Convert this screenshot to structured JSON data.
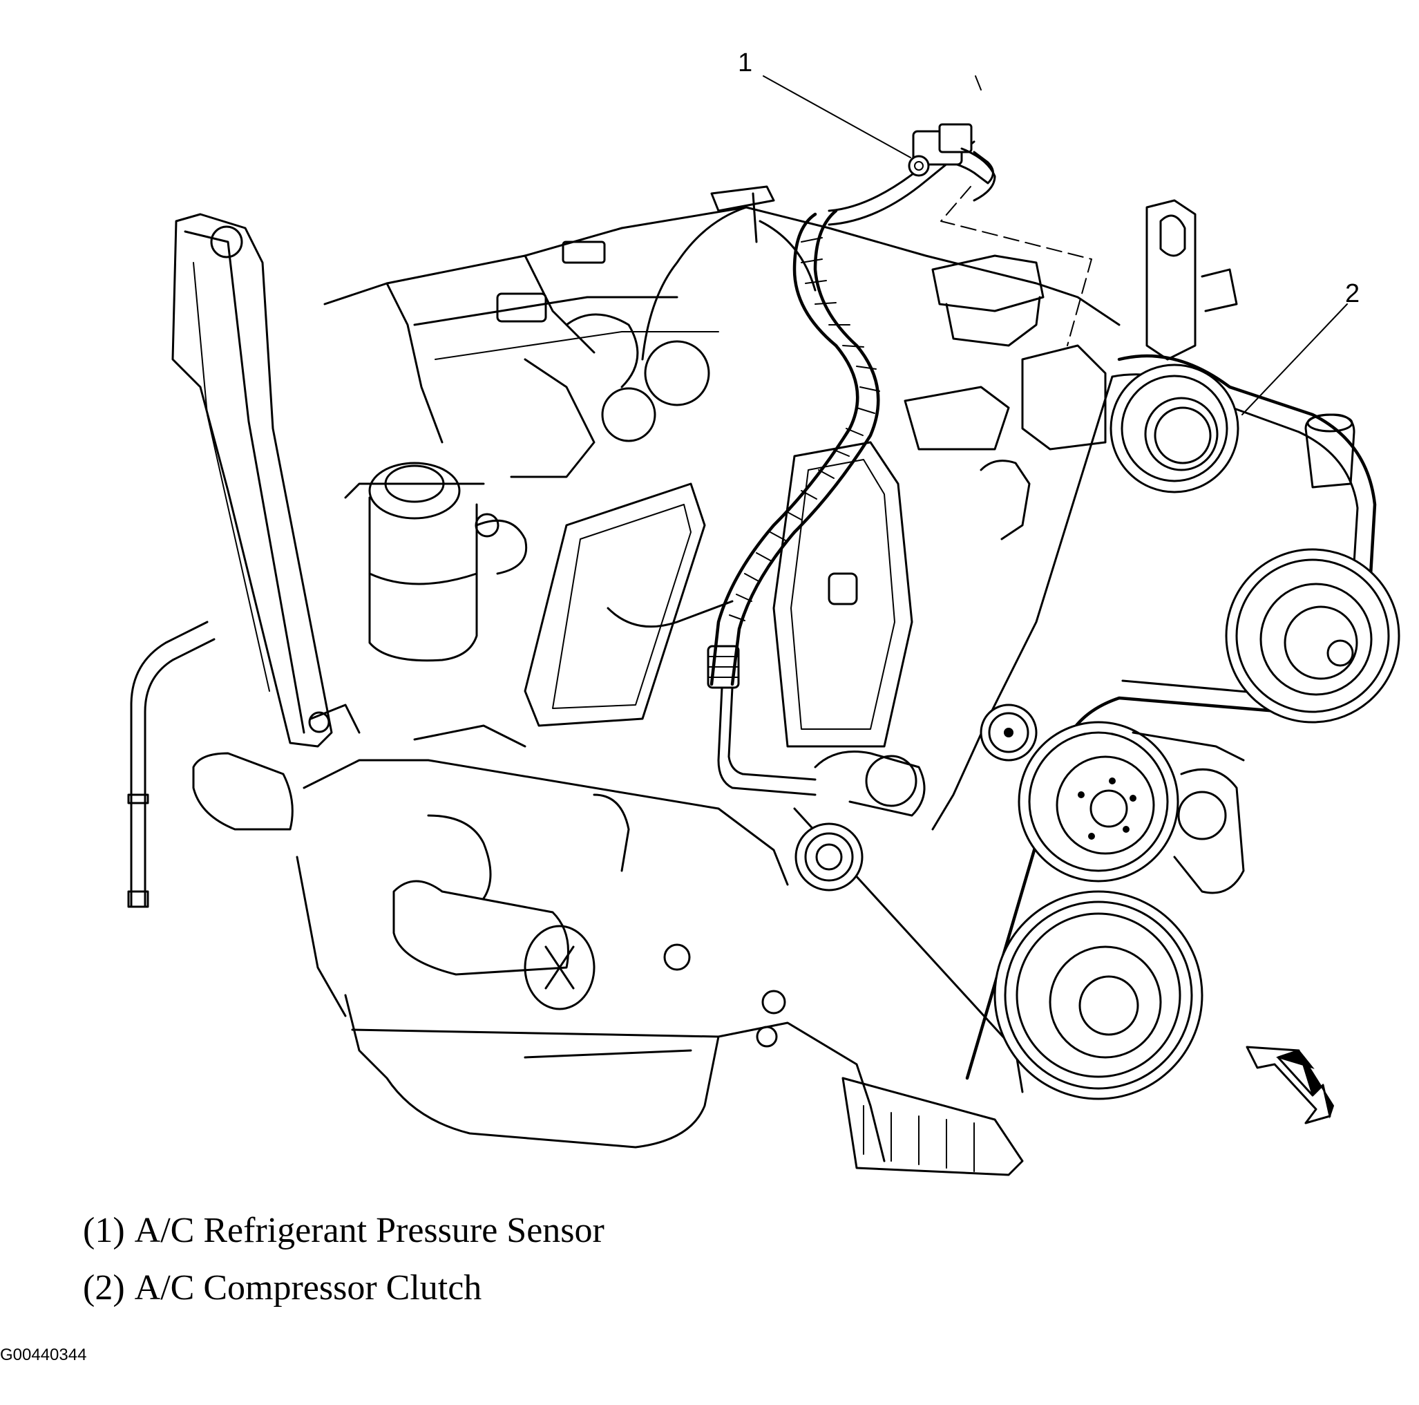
{
  "figure_id": "G00440344",
  "callouts": [
    {
      "number": "1",
      "label": "A/C Refrigerant Pressure Sensor"
    },
    {
      "number": "2",
      "label": "A/C Compressor Clutch"
    }
  ],
  "legend": [
    {
      "number": "(1)",
      "text": "A/C Refrigerant Pressure Sensor"
    },
    {
      "number": "(2)",
      "text": "A/C Compressor Clutch"
    }
  ],
  "colors": {
    "ink": "#000000",
    "paper": "#ffffff"
  },
  "icons": [
    "engine-illustration",
    "front-direction-arrow-icon"
  ]
}
